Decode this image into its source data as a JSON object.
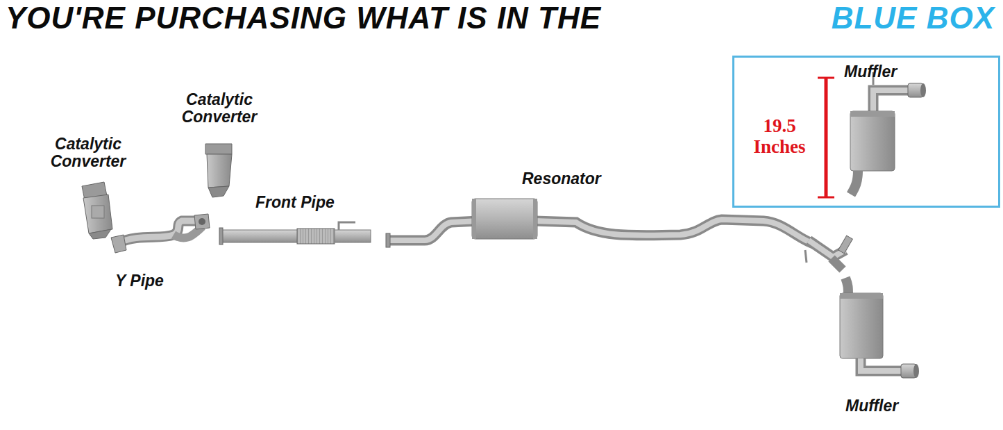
{
  "diagram": {
    "title": "YOU'RE PURCHASING WHAT IS IN THE",
    "nodes": [
      {
        "text": [
          "Muffler",
          "19.5 Inches"
        ]
      }
    ],
    "labels": [
      "BLUE BOX",
      "Catalytic Converter",
      "Catalytic Converter",
      "Front Pipe",
      "Resonator",
      "Y Pipe",
      "Muffler"
    ]
  }
}
